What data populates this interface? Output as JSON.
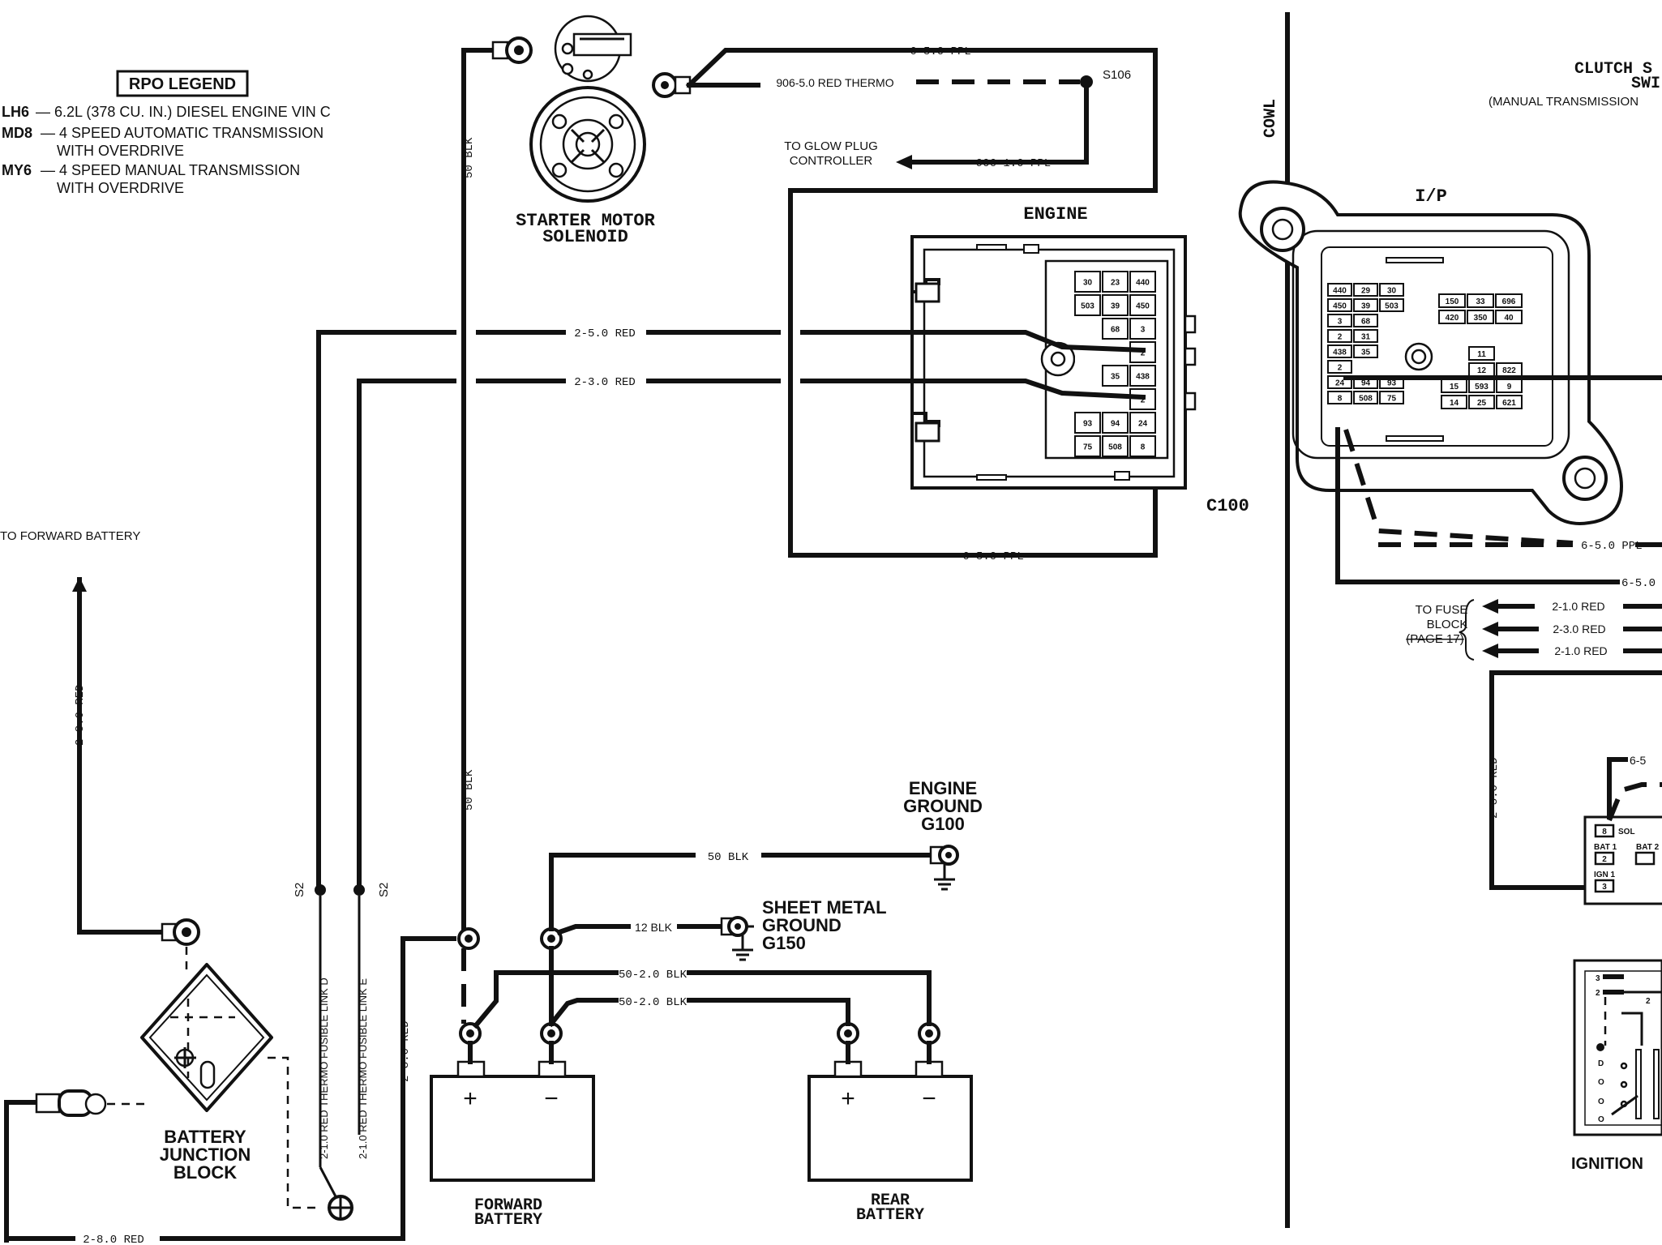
{
  "legend": {
    "title": "RPO LEGEND",
    "entries": [
      {
        "code": "LH6",
        "desc": "— 6.2L (378 CU. IN.) DIESEL ENGINE VIN C"
      },
      {
        "code": "MD8",
        "desc": "— 4 SPEED AUTOMATIC TRANSMISSION"
      },
      {
        "code": "",
        "desc": "WITH OVERDRIVE"
      },
      {
        "code": "MY6",
        "desc": "— 4 SPEED MANUAL TRANSMISSION"
      },
      {
        "code": "",
        "desc": "WITH OVERDRIVE"
      }
    ]
  },
  "components": {
    "starter_solenoid": [
      "STARTER MOTOR",
      "SOLENOID"
    ],
    "engine": "ENGINE",
    "connector_c100": "C100",
    "ip": "I/P",
    "cowl": "COWL",
    "clutch_switch": [
      "CLUTCH S",
      "SWI"
    ],
    "manual_trans_note": "(MANUAL TRANSMISSION",
    "engine_ground": [
      "ENGINE",
      "GROUND",
      "G100"
    ],
    "sheet_metal_ground": [
      "SHEET METAL",
      "GROUND",
      "G150"
    ],
    "battery_junction": [
      "BATTERY",
      "JUNCTION",
      "BLOCK"
    ],
    "forward_battery": [
      "FORWARD",
      "BATTERY"
    ],
    "rear_battery": [
      "REAR",
      "BATTERY"
    ],
    "ignition": "IGNITION",
    "splice_s106": "S106",
    "splice_s2a": "S2",
    "splice_s2b": "S2",
    "to_glow_plug": [
      "TO GLOW PLUG",
      "CONTROLLER"
    ],
    "to_forward_battery": "TO FORWARD BATTERY",
    "to_fuse_block": [
      "TO FUSE",
      "BLOCK",
      "(PAGE 17)"
    ]
  },
  "wires": {
    "w_6_5_ppl_top": "6-5.0 PPL",
    "w_906_5_red": "906-5.0 RED THERMO",
    "w_906_1_ppl": "906-1.0 PPL",
    "w_2_5_red": "2-5.0 RED",
    "w_2_3_red": "2-3.0 RED",
    "w_6_5_ppl_bottom": "6-5.0 PPL",
    "w_50_blk_upper": "50 BLK",
    "w_50_blk_lower": "50 BLK",
    "w_50_blk_ground": "50 BLK",
    "w_12_blk": "12 BLK",
    "w_50_2_blk_a": "50-2.0 BLK",
    "w_50_2_blk_b": "50-2.0 BLK",
    "w_2_8_red_left": "2-8.0 RED",
    "w_2_8_red_mid": "2-8.0 RED",
    "w_2_8_red_bottom": "2-8.0 RED",
    "w_fusible_d": "2-1.0 RED THERMO FUSIBLE LINK D",
    "w_fusible_e": "2-1.0 RED THERMO FUSIBLE LINK E",
    "w_6_5_ppl_right_a": "6-5.0 PPL",
    "w_6_5_ppl_right_b": "6-5.0",
    "w_2_1_red_a": "2-1.0 RED",
    "w_2_3_red_b": "2-3.0 RED",
    "w_2_1_red_c": "2-1.0 RED",
    "w_2_3_red_vert": "2-3.0 RED",
    "w_6_5_short": "6-5"
  },
  "engine_pins": [
    [
      "30",
      "23",
      "440"
    ],
    [
      "503",
      "39",
      "450"
    ],
    [
      "",
      "68",
      "3"
    ],
    [
      "",
      "",
      "2"
    ],
    [
      "",
      "35",
      "438"
    ],
    [
      "",
      "",
      "2"
    ],
    [
      "93",
      "94",
      "24"
    ],
    [
      "75",
      "508",
      "8"
    ]
  ],
  "ip_pins_left": [
    [
      "440",
      "29",
      "30"
    ],
    [
      "450",
      "39",
      "503"
    ],
    [
      "3",
      "68",
      ""
    ],
    [
      "2",
      "31",
      ""
    ],
    [
      "438",
      "35",
      ""
    ],
    [
      "2",
      "",
      ""
    ],
    [
      "24",
      "94",
      "93"
    ],
    [
      "8",
      "508",
      "75"
    ]
  ],
  "ip_pins_right_top": [
    [
      "150",
      "33",
      "696"
    ],
    [
      "420",
      "350",
      "40"
    ]
  ],
  "ip_pins_right_bottom": [
    [
      "",
      "11",
      ""
    ],
    [
      "",
      "12",
      "822"
    ],
    [
      "15",
      "593",
      "9"
    ],
    [
      "14",
      "25",
      "621"
    ]
  ],
  "ignition_pins": {
    "p8": "8",
    "sol": "SOL",
    "bat1": "BAT 1",
    "bat2": "BAT 2",
    "p2": "2",
    "ign1": "IGN 1",
    "p3": "3"
  },
  "battery_signs": {
    "plus": "+",
    "minus": "−"
  }
}
